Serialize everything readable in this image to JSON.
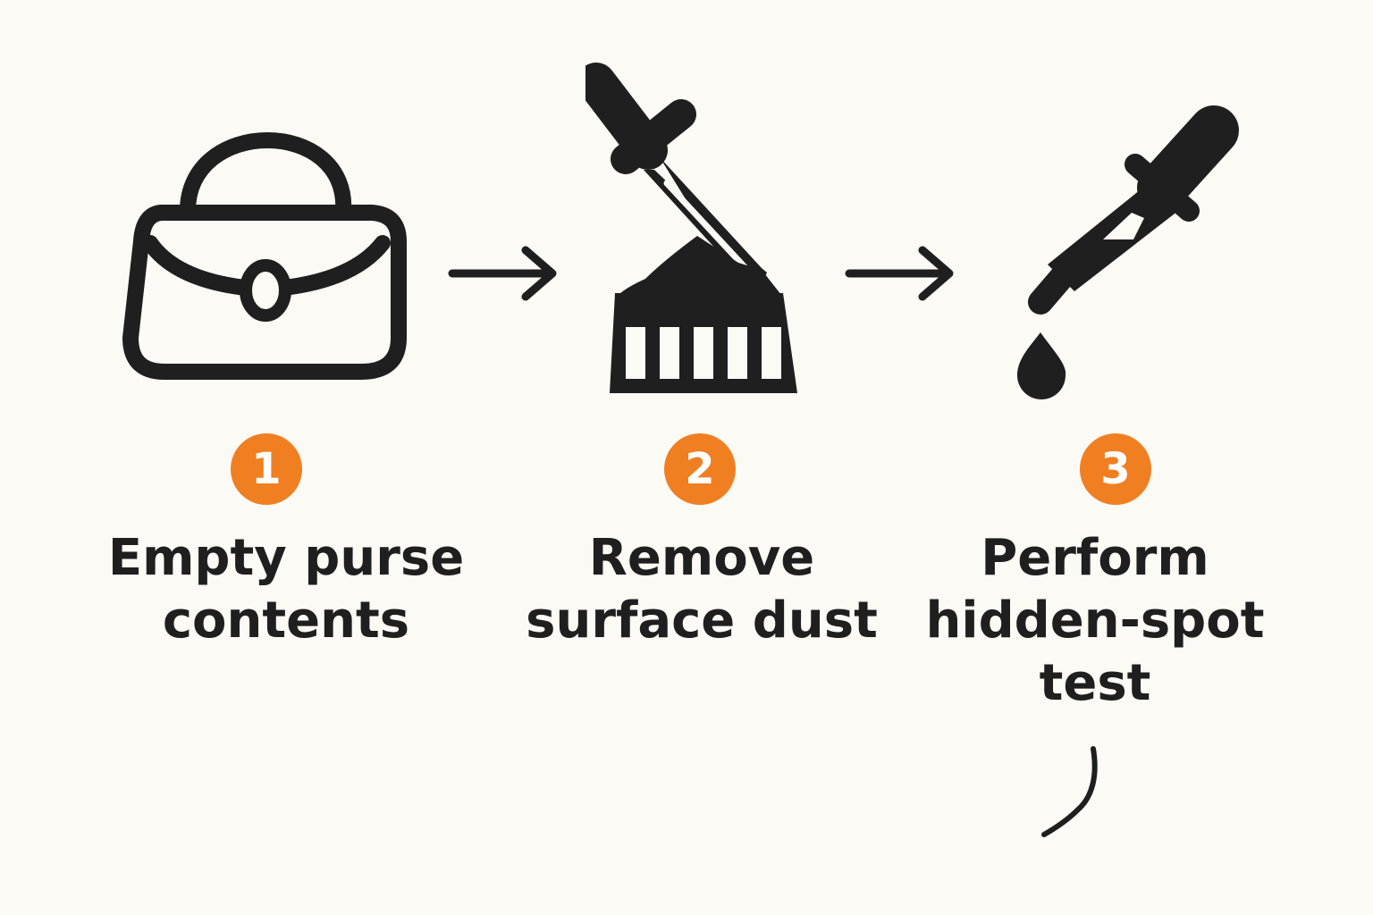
{
  "colors": {
    "background": "#fbfaf5",
    "ink": "#1f1f1f",
    "badge": "#f07f22",
    "badge_text": "#ffffff"
  },
  "steps": [
    {
      "number": "1",
      "icon": "purse-icon",
      "label_lines": [
        "Empty purse",
        "contents"
      ]
    },
    {
      "number": "2",
      "icon": "brush-icon",
      "label_lines": [
        "Remove",
        "surface dust"
      ]
    },
    {
      "number": "3",
      "icon": "dropper-icon",
      "label_lines": [
        "Perform",
        "hidden-spot",
        "test"
      ]
    }
  ],
  "connectors": [
    "arrow-right-icon",
    "arrow-right-icon"
  ]
}
